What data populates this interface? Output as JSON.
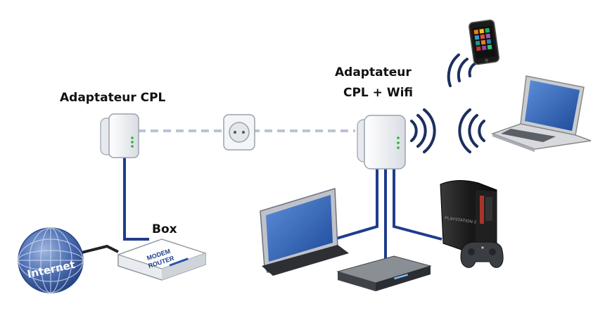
{
  "labels": {
    "adapter_cpl": "Adaptateur CPL",
    "adapter_wifi_line1": "Adaptateur",
    "adapter_wifi_line2": "CPL + Wifi",
    "box": "Box",
    "internet": "Internet",
    "router_line1": "MODEM",
    "router_line2": "ROUTER",
    "console_brand": "PLAYSTATION 3"
  },
  "colors": {
    "cable_blue": "#1f3d8c",
    "cable_black": "#222222",
    "powerline_dash": "#b9c3d6",
    "wifi_wave": "#1c2f5e",
    "globe": "#3f63a8",
    "screen": "#2f63b8"
  }
}
